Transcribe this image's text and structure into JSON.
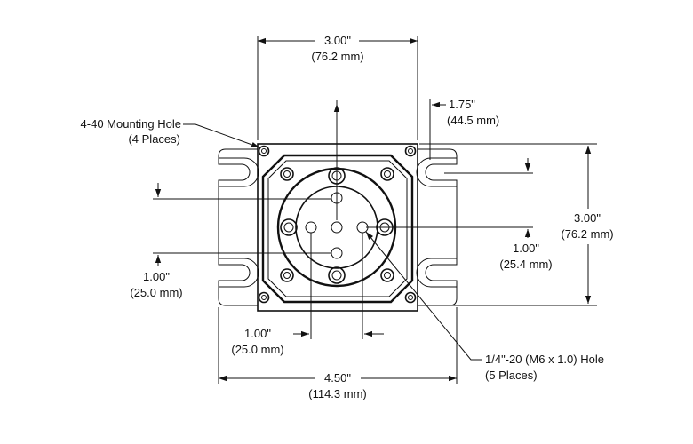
{
  "dimensions": {
    "top_width": {
      "line1": "3.00\"",
      "line2": "(76.2 mm)"
    },
    "slot_offset": {
      "line1": "1.75\"",
      "line2": "(44.5 mm)"
    },
    "right_height": {
      "line1": "3.00\"",
      "line2": "(76.2 mm)"
    },
    "right_hole_spacing": {
      "line1": "1.00\"",
      "line2": "(25.4 mm)"
    },
    "left_hole_spacing": {
      "line1": "1.00\"",
      "line2": "(25.0 mm)"
    },
    "bottom_hole_spacing": {
      "line1": "1.00\"",
      "line2": "(25.0 mm)"
    },
    "overall_width": {
      "line1": "4.50\"",
      "line2": "(114.3 mm)"
    }
  },
  "callouts": {
    "mounting_hole": {
      "line1": "4-40 Mounting Hole",
      "line2": "(4 Places)"
    },
    "tapped_hole": {
      "line1": "1/4\"-20 (M6 x 1.0) Hole",
      "line2": "(5 Places)"
    }
  },
  "colors": {
    "ink": "#111111",
    "background": "#ffffff"
  }
}
